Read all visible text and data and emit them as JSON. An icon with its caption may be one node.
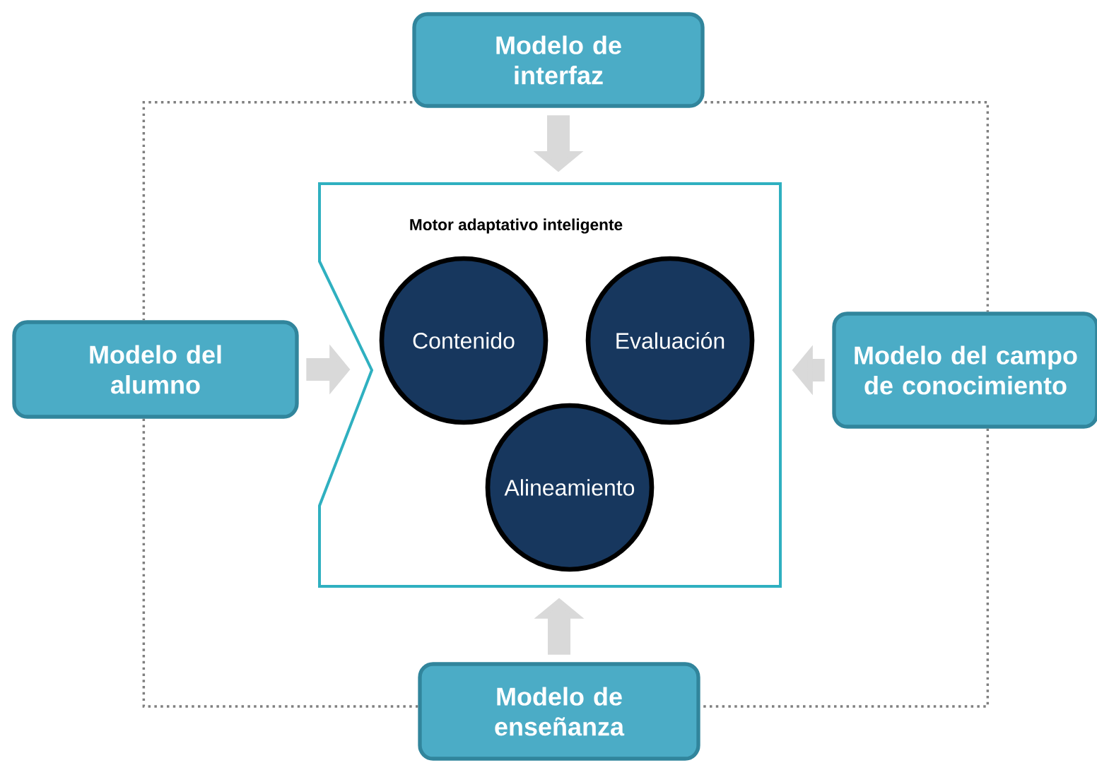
{
  "diagram": {
    "nodes": [
      {
        "text": [
          "Modelo de interfaz"
        ]
      },
      {
        "text": [
          "Modelo del alumno"
        ]
      },
      {
        "text": [
          "Motor adaptativo inteligente"
        ]
      },
      {
        "text": [
          "Contenido"
        ],
        "in": 2
      },
      {
        "text": [
          "Evaluación"
        ],
        "in": 2
      },
      {
        "text": [
          "Alineamiento"
        ],
        "in": 2
      },
      {
        "text": [
          "Modelo del campo de conocimiento"
        ]
      },
      {
        "text": [
          "Modelo de enseñanza"
        ]
      }
    ],
    "edges": [
      {
        "from": 0,
        "to": 2,
        "arrow": "to",
        "style": "thick",
        "color": "#d9d9d9"
      },
      {
        "from": 1,
        "to": 2,
        "arrow": "to",
        "style": "thick",
        "color": "#d9d9d9"
      },
      {
        "from": 6,
        "to": 2,
        "arrow": "to",
        "style": "thick",
        "color": "#d9d9d9"
      },
      {
        "from": 7,
        "to": 2,
        "arrow": "to",
        "style": "thick",
        "color": "#d9d9d9"
      },
      {
        "from": 0,
        "to": 1,
        "arrow": "none",
        "style": "dashed",
        "color": "#7f7f7f"
      },
      {
        "from": 0,
        "to": 6,
        "arrow": "none",
        "style": "dashed",
        "color": "#7f7f7f"
      },
      {
        "from": 1,
        "to": 7,
        "arrow": "none",
        "style": "dashed",
        "color": "#7f7f7f"
      },
      {
        "from": 6,
        "to": 7,
        "arrow": "none",
        "style": "dashed",
        "color": "#7f7f7f"
      }
    ]
  }
}
